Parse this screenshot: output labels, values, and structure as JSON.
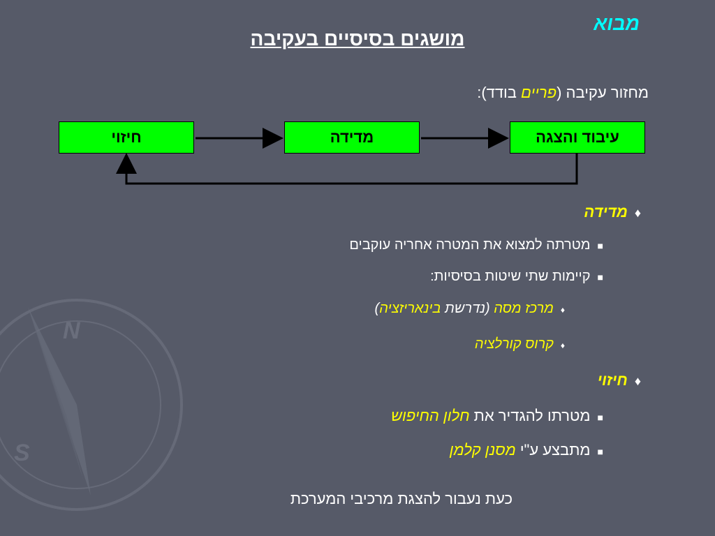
{
  "section_label": "מבוא",
  "title": "מושגים בסיסיים בעקיבה",
  "intro": {
    "text_before": "מחזור עקיבה (",
    "highlight": "פריים",
    "text_after": " בודד):"
  },
  "flow": {
    "boxes": [
      "עיבוד והצגה",
      "מדידה",
      "חיזוי"
    ]
  },
  "measurement": {
    "heading": "מדידה",
    "items": [
      "מטרתה למצוא את המטרה אחריה עוקבים",
      "קיימות שתי שיטות בסיסיות:"
    ],
    "methods": [
      {
        "name": "מרכז מסה",
        "note_before": " (נדרשת ",
        "note_highlight": "בינאריזציה",
        "note_after": ")"
      },
      {
        "name": "קרוס קורלציה"
      }
    ]
  },
  "prediction": {
    "heading": "חיזוי",
    "item1_before": "מטרתו להגדיר את ",
    "item1_highlight": "חלון החיפוש",
    "item2_before": "מתבצע ע\"י ",
    "item2_highlight": "מסנן קלמן"
  },
  "footer": "כעת נעבור להצגת מרכיבי המערכת",
  "colors": {
    "background": "#565a68",
    "accent_cyan": "#00ffff",
    "highlight_yellow": "#ffff00",
    "box_green": "#00ff00"
  },
  "icons": {
    "level1_bullet": "diamond-bullet-icon",
    "level2_bullet": "square-bullet-icon",
    "level3_bullet": "diamond-bullet-icon"
  }
}
